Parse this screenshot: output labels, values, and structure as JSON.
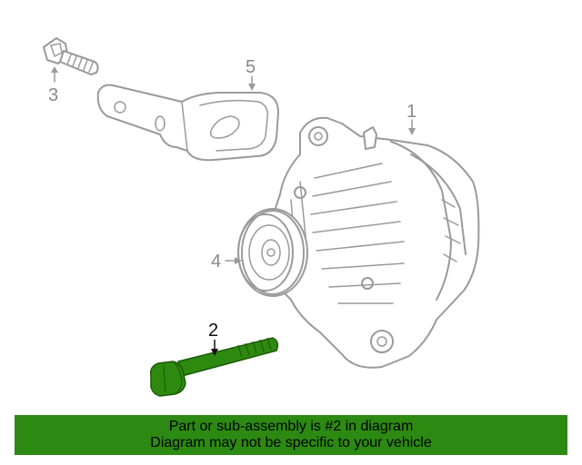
{
  "diagram": {
    "callouts": {
      "alternator": "1",
      "bolt": "2",
      "mount_bolt": "3",
      "pulley": "4",
      "bracket": "5"
    },
    "highlight_color": "#2e8a0e"
  },
  "banner": {
    "line1": "Part or sub-assembly is #2 in diagram",
    "line2": "Diagram may not be specific to your vehicle",
    "background": "#2c8a12"
  }
}
